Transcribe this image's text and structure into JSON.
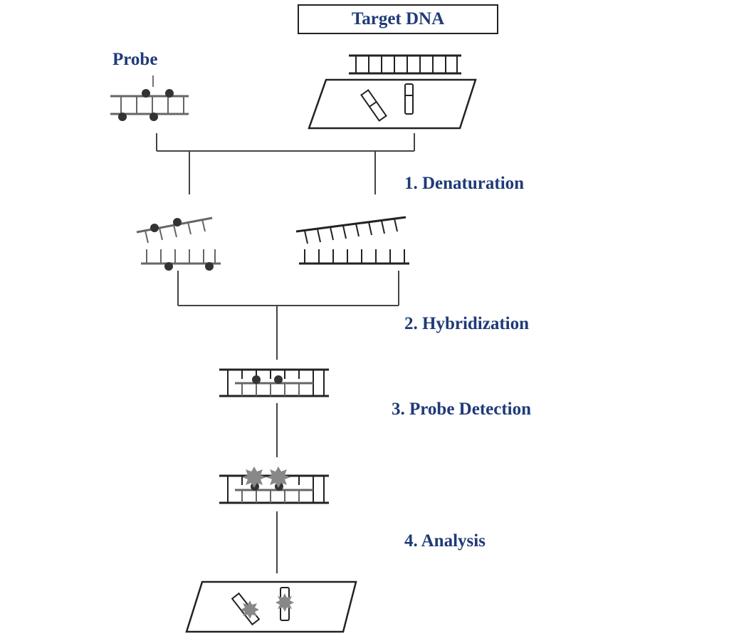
{
  "title_box": {
    "text": "Target DNA"
  },
  "labels": {
    "probe": "Probe"
  },
  "steps": [
    {
      "label": "1. Denaturation"
    },
    {
      "label": "2. Hybridization"
    },
    {
      "label": "3. Probe Detection"
    },
    {
      "label": "4. Analysis"
    }
  ],
  "colors": {
    "label_text": "#1f3a78",
    "line": "#222222",
    "probe_strand": "#555555",
    "label_dot": "#333333",
    "signal_star": "#888888"
  }
}
